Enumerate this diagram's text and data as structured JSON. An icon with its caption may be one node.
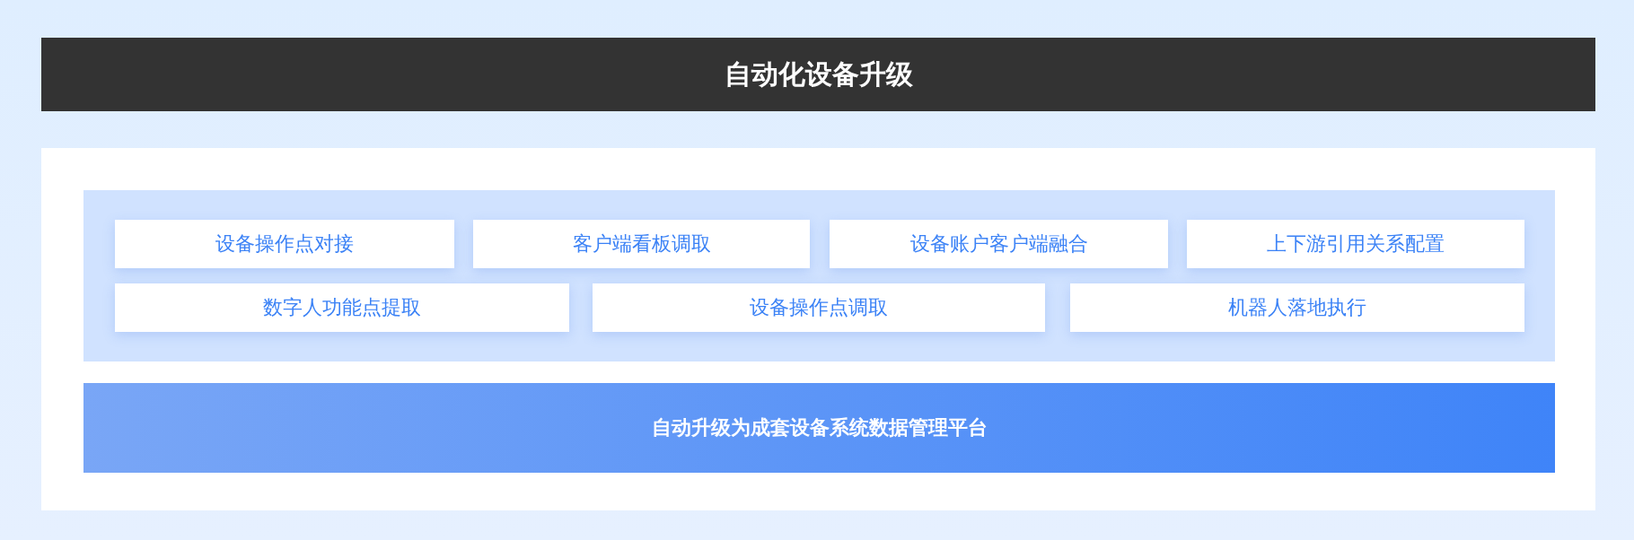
{
  "diagram": {
    "title": "自动化设备升级",
    "nodes": [
      {
        "text": [],
        "shape": "box"
      },
      {
        "text": [
          "设备操作点对接"
        ],
        "in": 0
      },
      {
        "text": [
          "客户端看板调取"
        ],
        "in": 0
      },
      {
        "text": [
          "设备账户客户端融合"
        ],
        "in": 0
      },
      {
        "text": [
          "上下游引用关系配置"
        ],
        "in": 0
      },
      {
        "text": [
          "数字人功能点提取"
        ],
        "in": 0
      },
      {
        "text": [
          "设备操作点调取"
        ],
        "in": 0
      },
      {
        "text": [
          "机器人落地执行"
        ],
        "in": 0
      },
      {
        "text": [
          "自动升级为成套设备系统数据管理平台"
        ]
      }
    ],
    "edges": []
  }
}
